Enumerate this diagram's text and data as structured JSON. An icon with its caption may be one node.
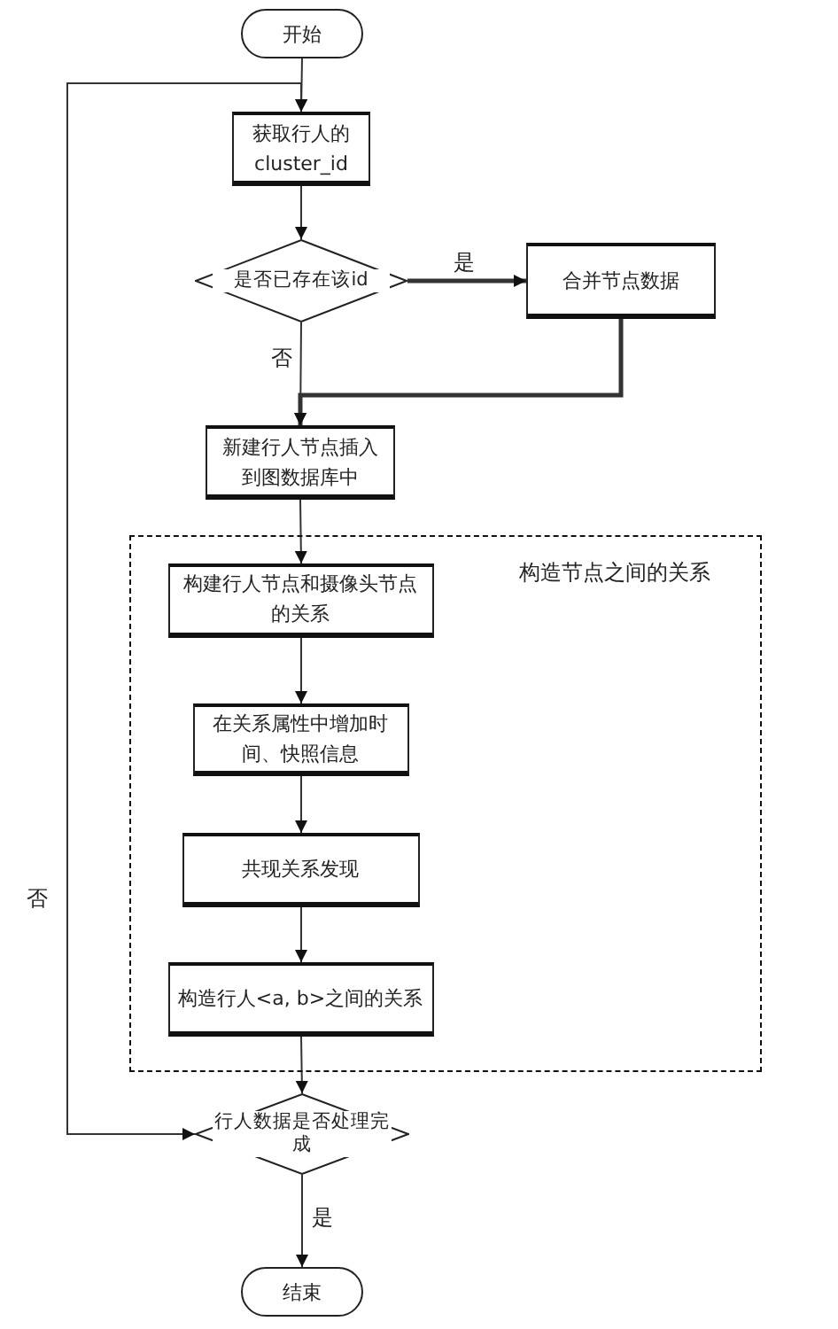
{
  "diagram": {
    "nodes": [
      {
        "text": [
          "开始"
        ]
      },
      {
        "text": [
          "获取行人的cluster_id"
        ]
      },
      {
        "text": [
          "是否已存在该id"
        ]
      },
      {
        "text": [
          "合并节点数据"
        ]
      },
      {
        "text": [
          "新建行人节点插入到图数据库中"
        ]
      },
      {
        "text": [
          "构造节点之间的关系"
        ]
      },
      {
        "text": [
          "构建行人节点和摄像头节点的关系"
        ],
        "in": 5
      },
      {
        "text": [
          "在关系属性中增加时间、快照信息"
        ],
        "in": 5
      },
      {
        "text": [
          "共现关系发现"
        ],
        "in": 5
      },
      {
        "text": [
          "构造行人<a, b>之间的关系"
        ],
        "in": 5
      },
      {
        "text": [
          "行人数据是否处理完成"
        ]
      },
      {
        "text": [
          "结束"
        ]
      }
    ],
    "edges": [
      {
        "from": 0,
        "to": 1,
        "arrow": "to"
      },
      {
        "from": 1,
        "to": 2,
        "arrow": "to"
      },
      {
        "from": 2,
        "to": 3,
        "arrow": "to",
        "label": "是",
        "style": "thick"
      },
      {
        "from": 2,
        "to": 4,
        "arrow": "to",
        "label": "否"
      },
      {
        "from": 3,
        "to": 4,
        "arrow": "to",
        "style": "thick"
      },
      {
        "from": 4,
        "to": 6,
        "arrow": "to"
      },
      {
        "from": 6,
        "to": 7,
        "arrow": "to"
      },
      {
        "from": 7,
        "to": 8,
        "arrow": "to"
      },
      {
        "from": 8,
        "to": 9,
        "arrow": "to"
      },
      {
        "from": 9,
        "to": 10,
        "arrow": "to"
      },
      {
        "from": 10,
        "to": 11,
        "arrow": "to",
        "label": "是"
      },
      {
        "from": 10,
        "to": 1,
        "arrow": "both",
        "label": "否"
      }
    ]
  }
}
